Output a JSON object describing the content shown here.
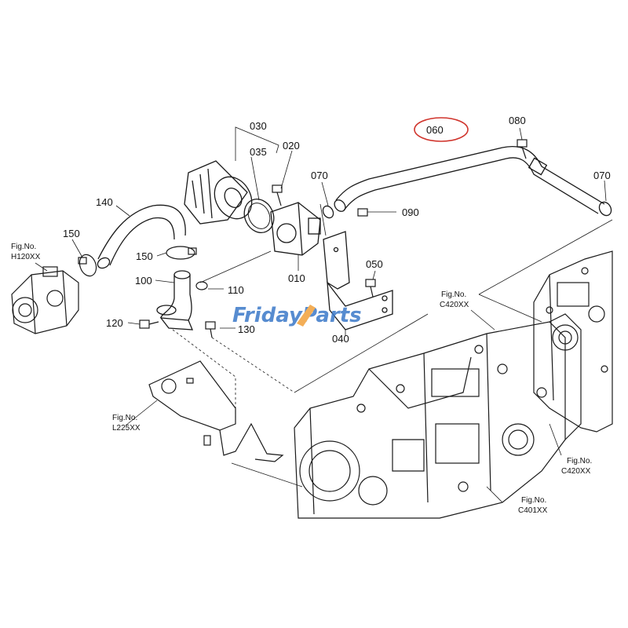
{
  "parts": {
    "p030": "030",
    "p035": "035",
    "p020": "020",
    "p070a": "070",
    "p060": "060",
    "p080": "080",
    "p070b": "070",
    "p090": "090",
    "p140": "140",
    "p150a": "150",
    "p150b": "150",
    "p100": "100",
    "p110": "110",
    "p120": "120",
    "p130": "130",
    "p010": "010",
    "p050": "050",
    "p040": "040"
  },
  "figrefs": {
    "h120": {
      "line1": "Fig.No.",
      "line2": "H120XX"
    },
    "c420a": {
      "line1": "Fig.No.",
      "line2": "C420XX"
    },
    "l225": {
      "line1": "Fig.No.",
      "line2": "L225XX"
    },
    "c420b": {
      "line1": "Fig.No.",
      "line2": "C420XX"
    },
    "c401": {
      "line1": "Fig.No.",
      "line2": "C401XX"
    }
  },
  "watermark": {
    "part1": "Friday",
    "part2": "Parts"
  },
  "highlight_part": "060",
  "colors": {
    "line": "#1a1a1a",
    "highlight": "#d0342c",
    "watermark_blue": "#3a78c8",
    "watermark_orange": "#f2a03a"
  }
}
